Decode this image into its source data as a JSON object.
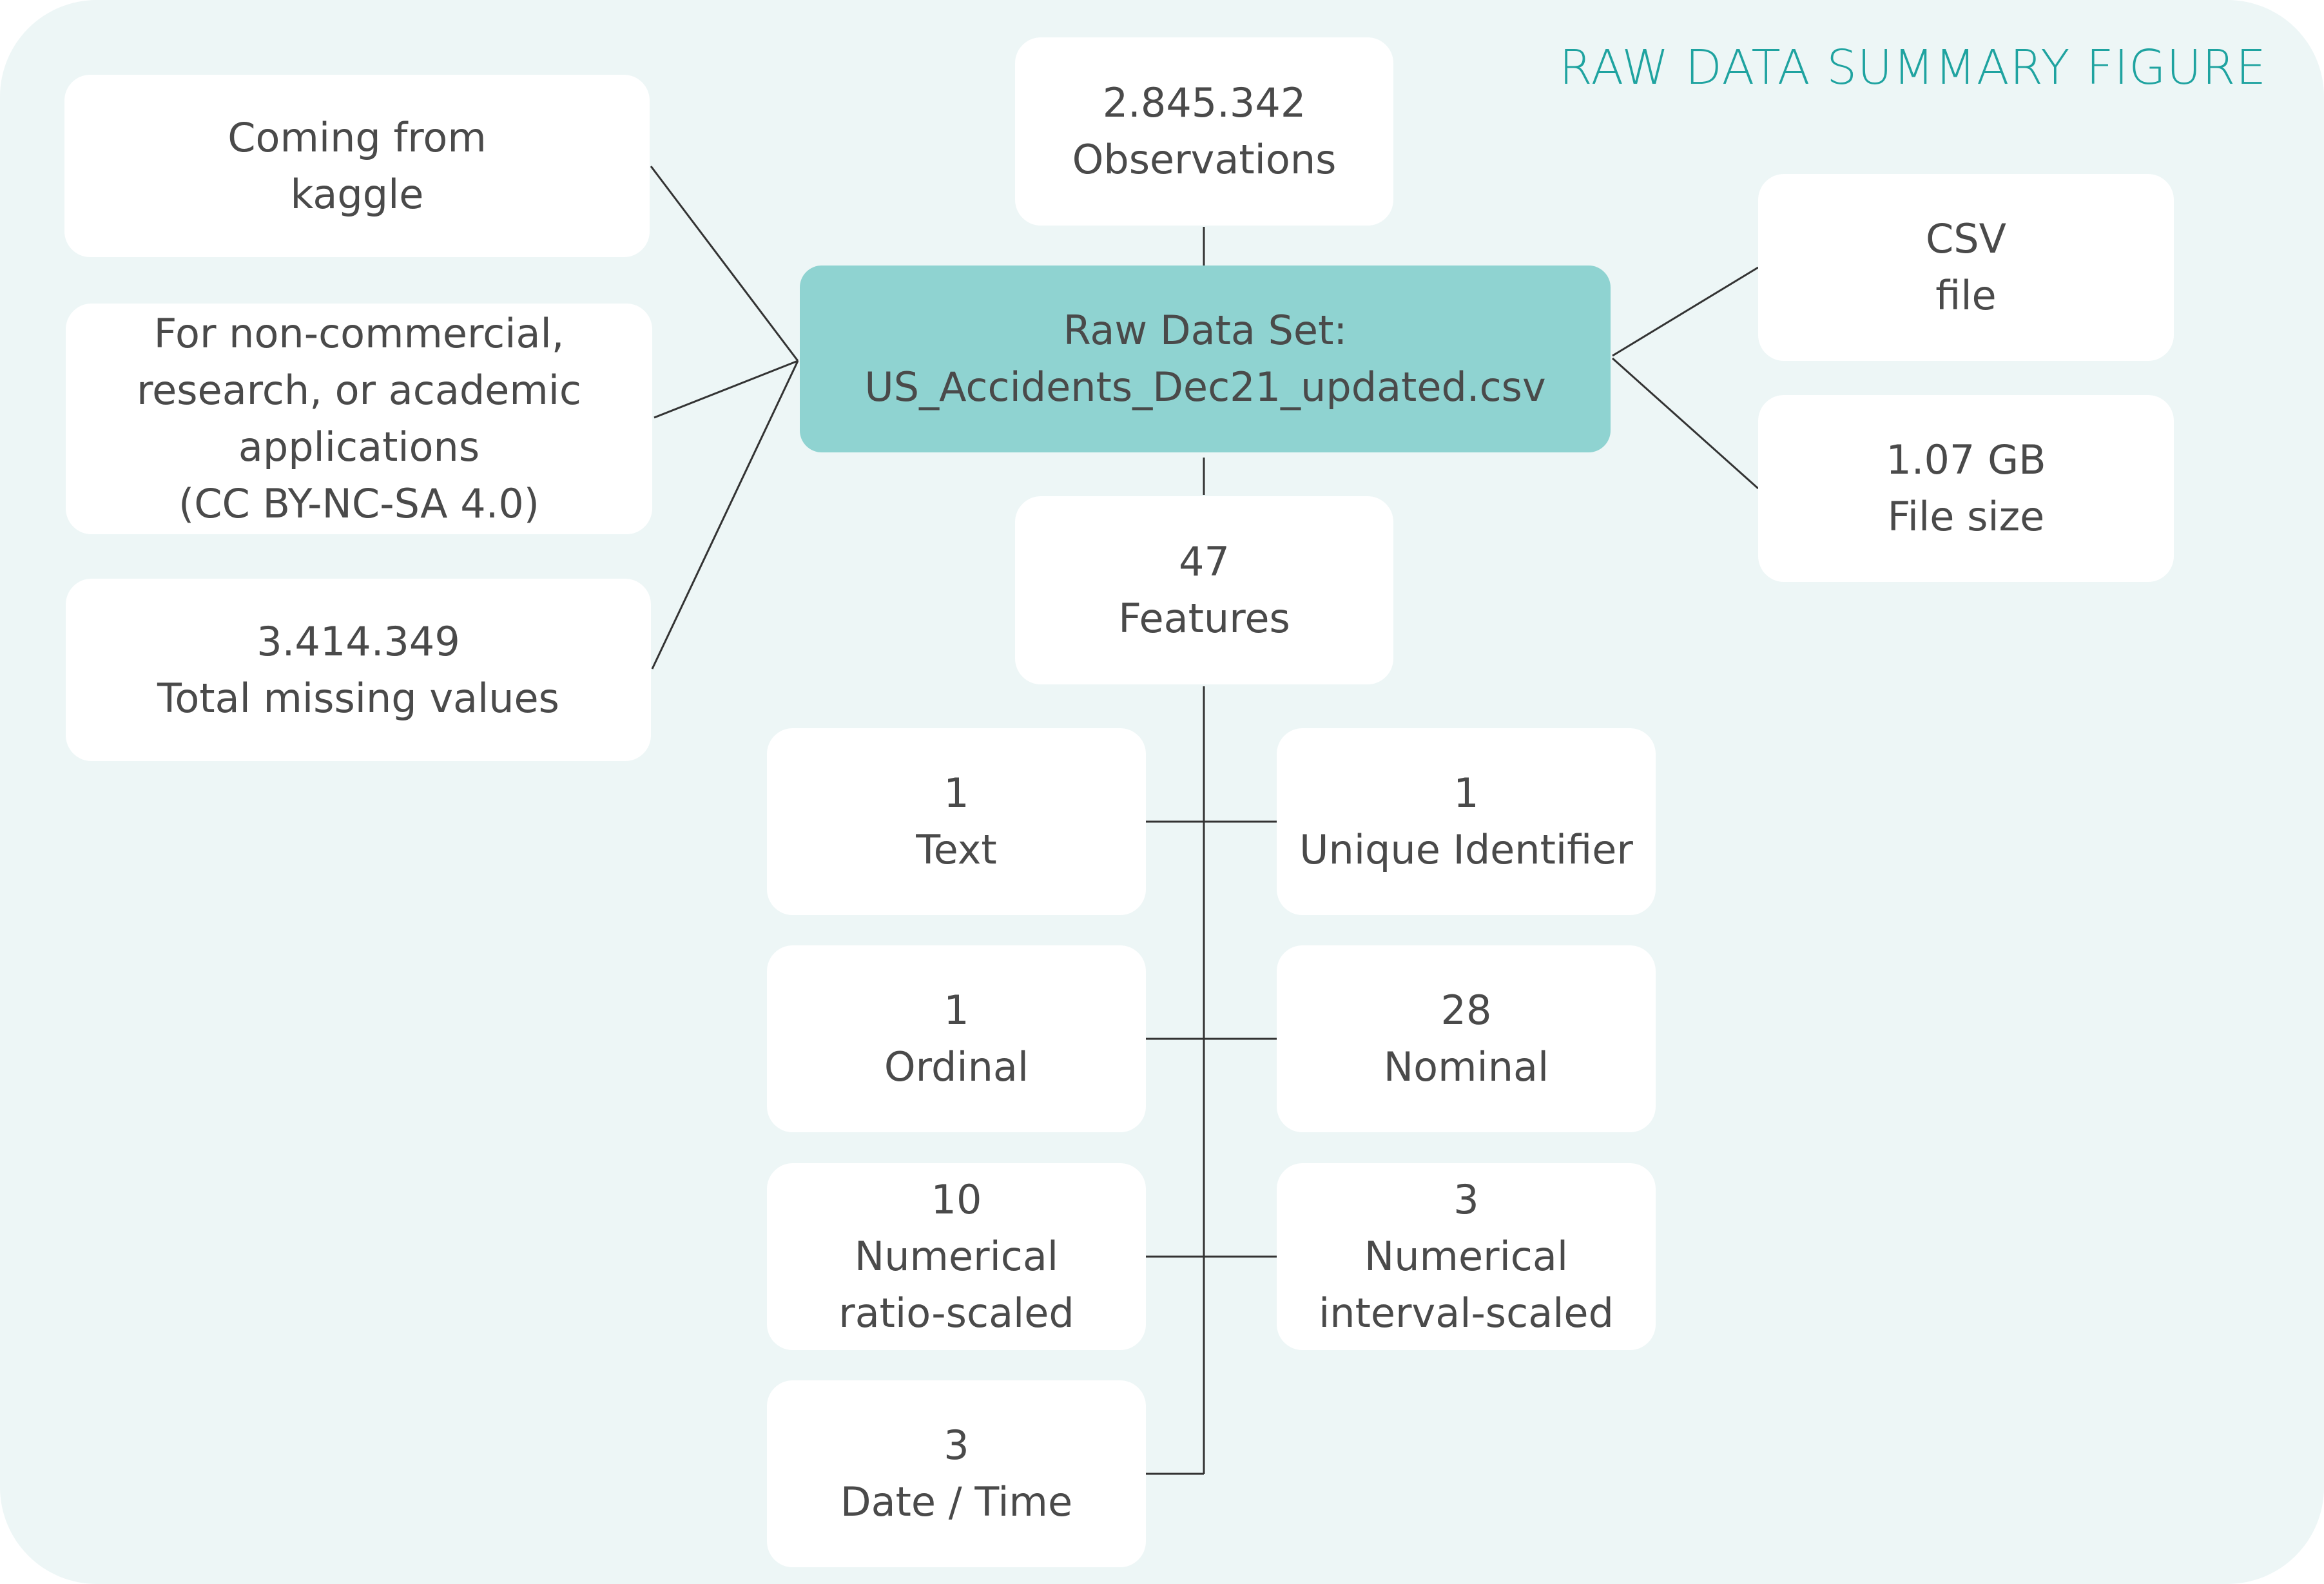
{
  "title": "RAW DATA SUMMARY FIGURE",
  "center": {
    "line1": "Raw Data Set:",
    "line2": "US_Accidents_Dec21_updated.csv"
  },
  "observations": {
    "value": "2.845.342",
    "label": "Observations"
  },
  "source": {
    "line1": "Coming from",
    "line2": "kaggle"
  },
  "license": {
    "line1": "For non-commercial,",
    "line2": "research, or academic",
    "line3": "applications",
    "line4": "(CC BY-NC-SA 4.0)"
  },
  "missing": {
    "value": "3.414.349",
    "label": "Total missing values"
  },
  "format": {
    "line1": "CSV",
    "line2": "file"
  },
  "size": {
    "value": "1.07 GB",
    "label": "File size"
  },
  "features": {
    "value": "47",
    "label": "Features"
  },
  "feature_types": [
    {
      "count": "1",
      "label": "Text"
    },
    {
      "count": "1",
      "label": "Unique Identifier"
    },
    {
      "count": "1",
      "label": "Ordinal"
    },
    {
      "count": "28",
      "label": "Nominal"
    },
    {
      "count": "10",
      "label": "Numerical",
      "label2": "ratio-scaled"
    },
    {
      "count": "3",
      "label": "Numerical",
      "label2": "interval-scaled"
    },
    {
      "count": "3",
      "label": "Date / Time"
    }
  ],
  "colors": {
    "panel": "#edf6f6",
    "accent": "#8fd3d1",
    "title": "#1fa3a0",
    "text": "#4a4a4a"
  }
}
